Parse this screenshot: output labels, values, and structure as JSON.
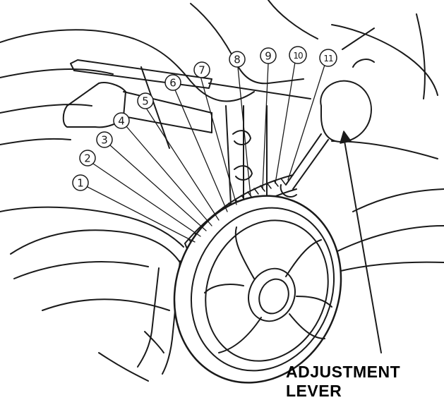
{
  "diagram": {
    "positions": [
      "1",
      "2",
      "3",
      "4",
      "5",
      "6",
      "7",
      "8",
      "9",
      "10",
      "11"
    ],
    "callout": {
      "line1": "ADJUSTMENT",
      "line2": "LEVER"
    },
    "colors": {
      "ink": "#1a1a1a",
      "paper": "#ffffff"
    }
  }
}
